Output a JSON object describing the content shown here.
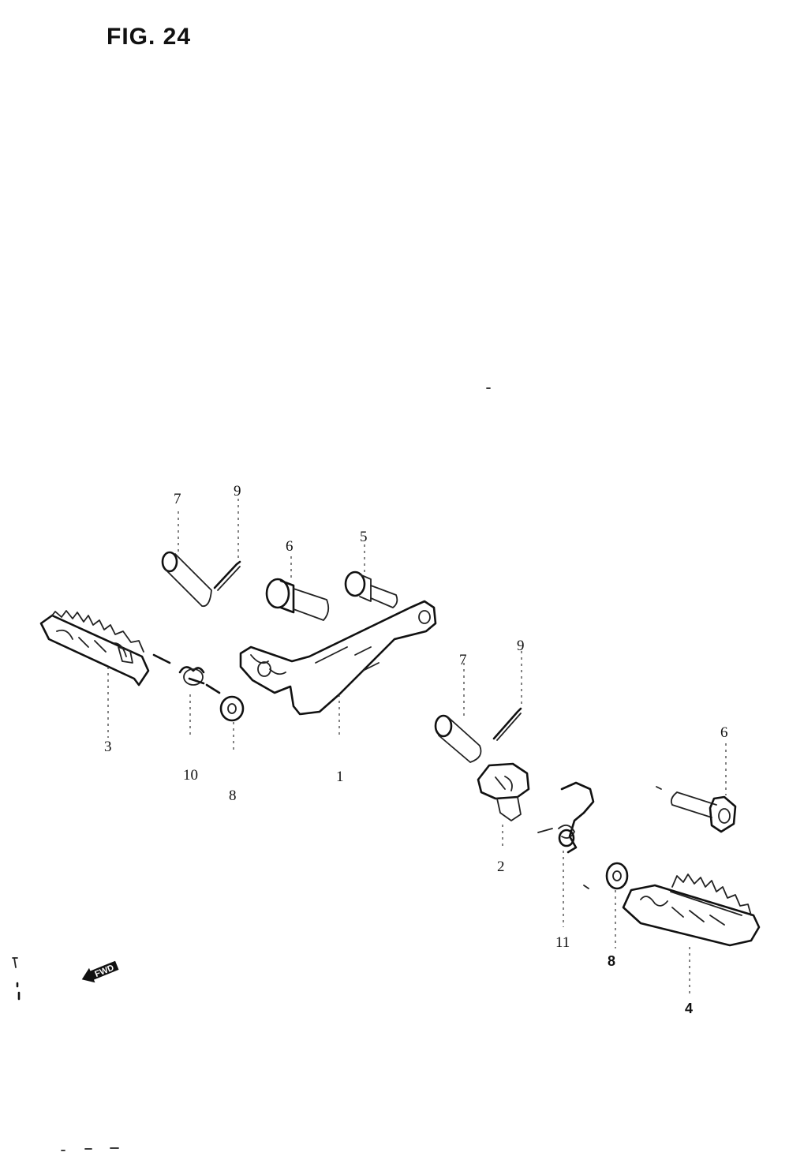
{
  "figure": {
    "title": "FIG. 24"
  },
  "callouts": [
    {
      "id": "c1",
      "label": "1"
    },
    {
      "id": "c2",
      "label": "2"
    },
    {
      "id": "c3",
      "label": "3"
    },
    {
      "id": "c4",
      "label": "4"
    },
    {
      "id": "c5",
      "label": "5"
    },
    {
      "id": "c6a",
      "label": "6"
    },
    {
      "id": "c6b",
      "label": "6"
    },
    {
      "id": "c7a",
      "label": "7"
    },
    {
      "id": "c7b",
      "label": "7"
    },
    {
      "id": "c8a",
      "label": "8"
    },
    {
      "id": "c8b",
      "label": "8"
    },
    {
      "id": "c9a",
      "label": "9"
    },
    {
      "id": "c9b",
      "label": "9"
    },
    {
      "id": "c10",
      "label": "10"
    },
    {
      "id": "c11",
      "label": "11"
    }
  ],
  "direction_marker": {
    "label": "FWD"
  }
}
